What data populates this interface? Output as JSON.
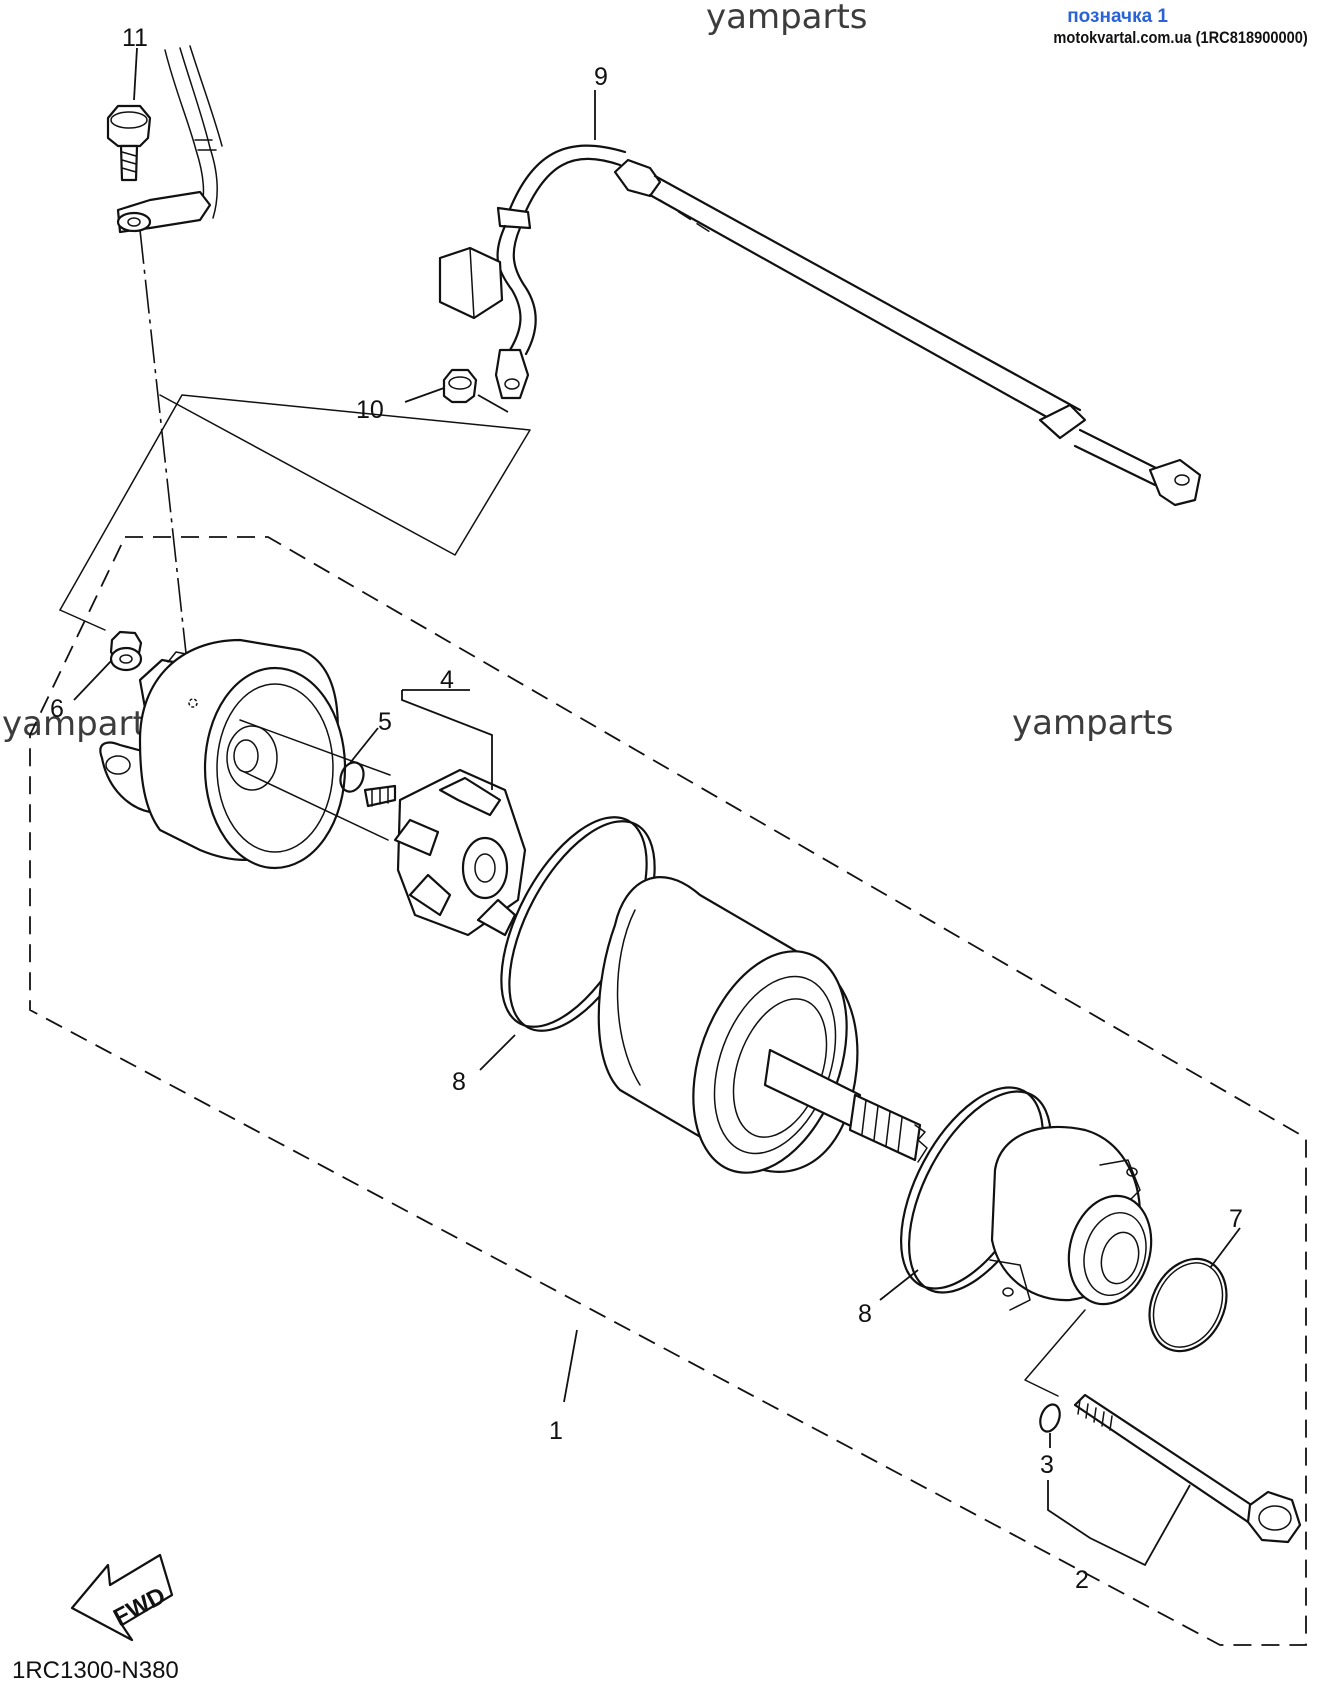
{
  "header": {
    "bookmark": "позначка 1",
    "source": "motokvartal.com.ua (1RC818900000)"
  },
  "watermark": "yamparts",
  "diagram_code": "1RC1300-N380",
  "fwd_label": "FWD",
  "callouts": {
    "c1": "1",
    "c2": "2",
    "c3": "3",
    "c4": "4",
    "c5": "5",
    "c6": "6",
    "c7": "7",
    "c8a": "8",
    "c8b": "8",
    "c9": "9",
    "c10": "10",
    "c11": "11"
  }
}
